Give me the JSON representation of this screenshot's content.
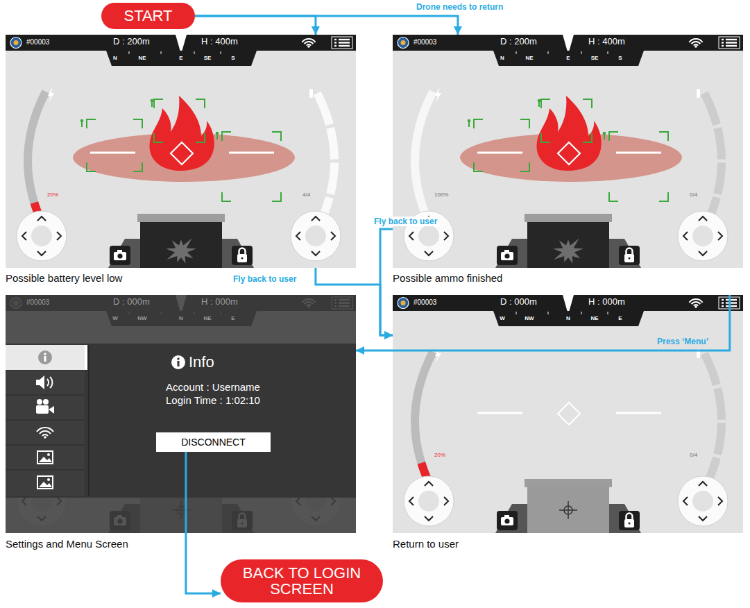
{
  "diagram": {
    "nodes": [
      {
        "text": [
          "START"
        ]
      },
      {
        "text": [
          "#00003",
          "D : 200m",
          "H : 400m",
          "N",
          "NE",
          "E",
          "SE",
          "S",
          "20%",
          "4/4",
          "Possible battery level low"
        ]
      },
      {
        "text": [
          "#00003",
          "D : 200m",
          "H : 400m",
          "N",
          "NE",
          "E",
          "SE",
          "S",
          "100%",
          "0/4",
          "Possible ammo finished"
        ]
      },
      {
        "text": [
          "#00003",
          "D : 000m",
          "H : 000m",
          "W",
          "NW",
          "N",
          "NE",
          "E",
          "Info",
          "Account : Username",
          "Login Time : 1:02:10",
          "Settings and Menu Screen"
        ]
      },
      {
        "text": [
          "DISCONNECT"
        ],
        "in": 3
      },
      {
        "text": [
          "#00003",
          "D : 000m",
          "H : 000m",
          "W",
          "NW",
          "N",
          "NE",
          "E",
          "20%",
          "0/4",
          "Return to user"
        ]
      },
      {
        "text": [
          "BACK TO LOGIN SCREEN"
        ]
      }
    ],
    "edges": [
      {
        "from": 0,
        "to": 1,
        "arrow": "to"
      },
      {
        "from": 0,
        "to": 2,
        "label": "Drone needs to return",
        "arrow": "to"
      },
      {
        "from": 1,
        "to": 5,
        "label": "Fly back to user",
        "arrow": "to"
      },
      {
        "from": 2,
        "to": 5,
        "label": "Fly back to user",
        "arrow": "to"
      },
      {
        "from": 5,
        "to": 3,
        "label": "Press ‘Menu’",
        "arrow": "to"
      },
      {
        "from": 4,
        "to": 6,
        "arrow": "to"
      }
    ]
  }
}
